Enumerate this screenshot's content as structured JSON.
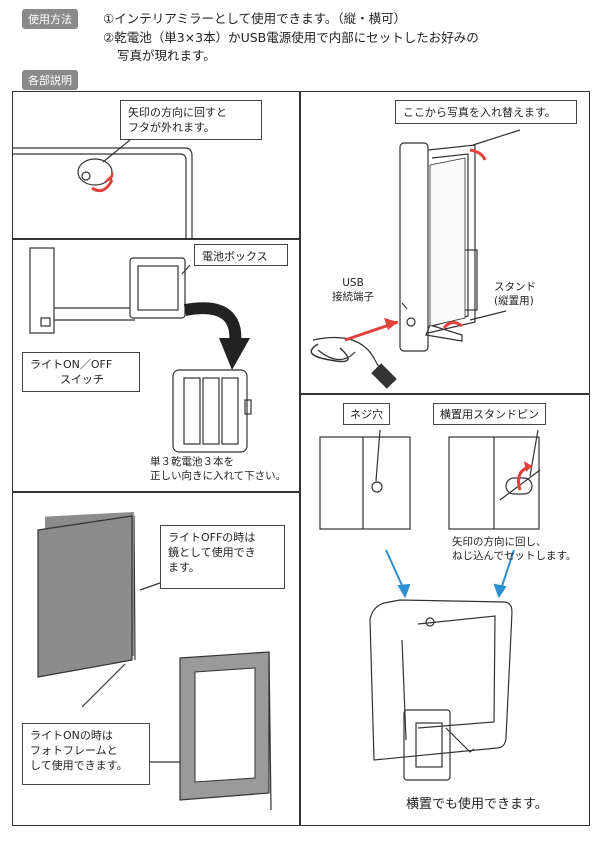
{
  "usage": {
    "label": "使用方法",
    "line1": "①インテリアミラーとして使用できます。（縦・横可）",
    "line2": "②乾電池（単3×3本）かUSB電源使用で内部にセットしたお好みの",
    "line3": "写真が現れます。"
  },
  "parts": {
    "label": "各部説明",
    "cover": {
      "line1": "矢印の方向に回すと",
      "line2": "フタが外れます。"
    },
    "photo": {
      "text": "ここから写真を入れ替えます。"
    },
    "usb": {
      "line1": "USB",
      "line2": "接続端子"
    },
    "stand": {
      "line1": "スタンド",
      "line2": "(縦置用)"
    },
    "battery_box": {
      "title": "電池ボックス"
    },
    "light_switch": {
      "line1": "ライトON／OFF",
      "line2": "スイッチ"
    },
    "battery_note": {
      "line1": "単３乾電池３本を",
      "line2": "正しい向きに入れて下さい。"
    },
    "screw_hole": {
      "title": "ネジ穴"
    },
    "stand_pin": {
      "title": "横置用スタンドピン",
      "line1": "矢印の方向に回し、",
      "line2": "ねじ込んでセットします。"
    },
    "mirror": {
      "line1": "ライトOFFの時は",
      "line2": "鏡として使用でき",
      "line3": "ます。"
    },
    "frame": {
      "line1": "ライトONの時は",
      "line2": "フォトフレームと",
      "line3": "して使用できます。"
    },
    "horizontal": {
      "text": "横置でも使用できます。"
    }
  },
  "colors": {
    "arrow_red": "#e0413a",
    "arrow_blue": "#2b8fd0",
    "mirror_fill": "#8c8c8c"
  }
}
